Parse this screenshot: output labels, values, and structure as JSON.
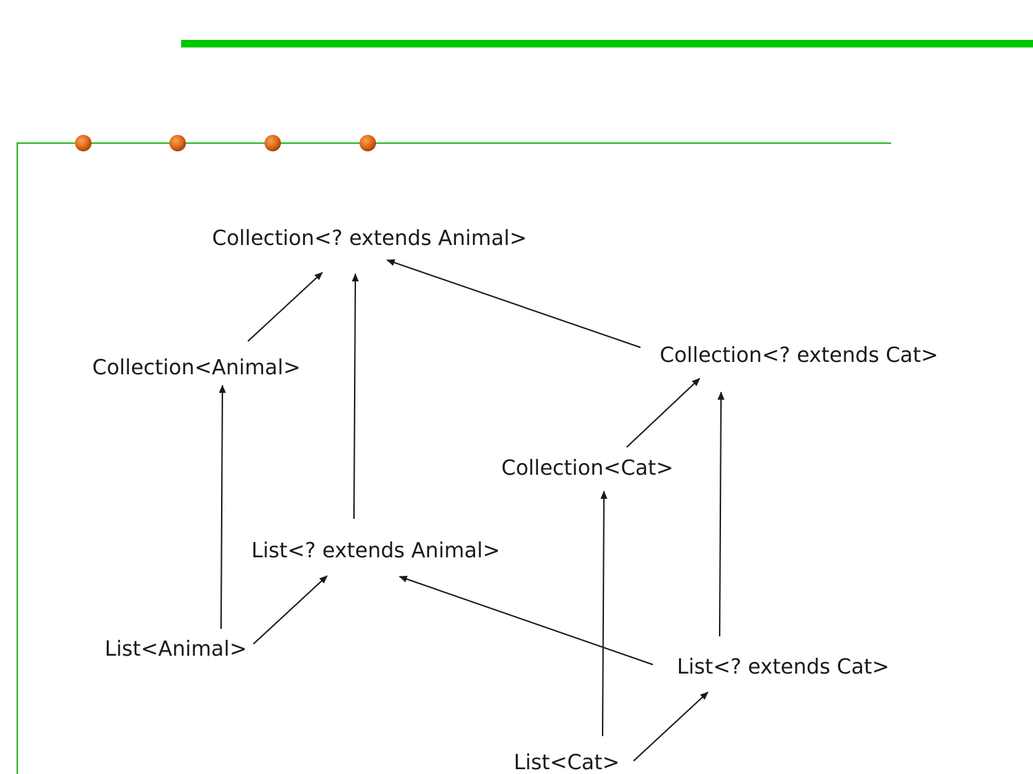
{
  "colors": {
    "accent_green": "#00c800",
    "frame_green": "#22b822",
    "bullet_orange": "#e06a18",
    "arrow": "#1a1a1a",
    "text": "#1a1a1a"
  },
  "decorations": {
    "bullet_count": 4,
    "bullet_icon": "orange-dot-icon"
  },
  "diagram": {
    "nodes": {
      "collection_extends_animal": "Collection<? extends Animal>",
      "collection_animal": "Collection<Animal>",
      "collection_extends_cat": "Collection<? extends Cat>",
      "collection_cat": "Collection<Cat>",
      "list_extends_animal": "List<? extends Animal>",
      "list_animal": "List<Animal>",
      "list_extends_cat": "List<? extends Cat>",
      "list_cat": "List<Cat>"
    },
    "edges": [
      {
        "from": "collection_animal",
        "to": "collection_extends_animal"
      },
      {
        "from": "list_extends_animal",
        "to": "collection_extends_animal"
      },
      {
        "from": "collection_extends_cat",
        "to": "collection_extends_animal"
      },
      {
        "from": "list_animal",
        "to": "collection_animal"
      },
      {
        "from": "list_animal",
        "to": "list_extends_animal"
      },
      {
        "from": "list_extends_cat",
        "to": "list_extends_animal"
      },
      {
        "from": "collection_cat",
        "to": "collection_extends_cat"
      },
      {
        "from": "list_extends_cat",
        "to": "collection_extends_cat"
      },
      {
        "from": "list_cat",
        "to": "collection_cat"
      },
      {
        "from": "list_cat",
        "to": "list_extends_cat"
      }
    ]
  }
}
